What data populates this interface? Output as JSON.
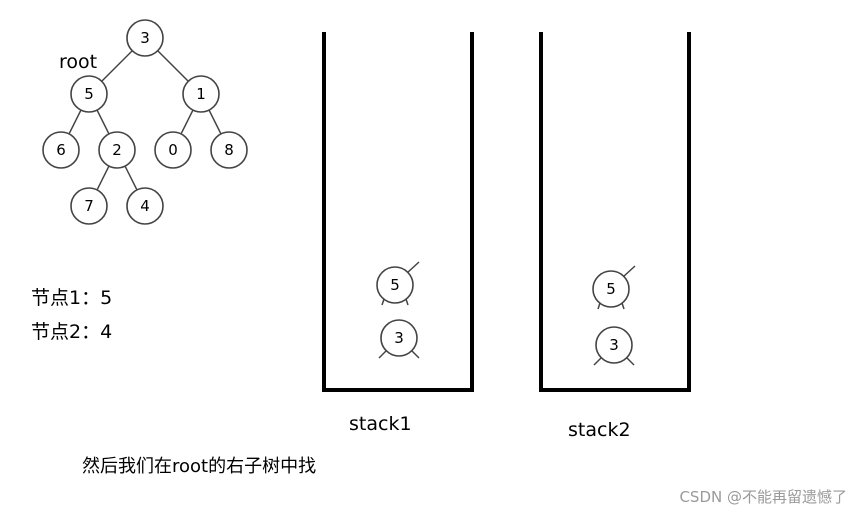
{
  "tree": {
    "root_label": "root",
    "nodes": [
      {
        "id": "n3",
        "value": "3"
      },
      {
        "id": "n5",
        "value": "5"
      },
      {
        "id": "n1",
        "value": "1"
      },
      {
        "id": "n6",
        "value": "6"
      },
      {
        "id": "n2",
        "value": "2"
      },
      {
        "id": "n0",
        "value": "0"
      },
      {
        "id": "n8",
        "value": "8"
      },
      {
        "id": "n7",
        "value": "7"
      },
      {
        "id": "n4",
        "value": "4"
      }
    ],
    "edges": [
      [
        "n3",
        "n5"
      ],
      [
        "n3",
        "n1"
      ],
      [
        "n5",
        "n6"
      ],
      [
        "n5",
        "n2"
      ],
      [
        "n1",
        "n0"
      ],
      [
        "n1",
        "n8"
      ],
      [
        "n2",
        "n7"
      ],
      [
        "n2",
        "n4"
      ]
    ]
  },
  "info": {
    "node1": "节点1：5",
    "node2": "节点2：4"
  },
  "stacks": [
    {
      "label": "stack1",
      "items": [
        "5",
        "3"
      ]
    },
    {
      "label": "stack2",
      "items": [
        "5",
        "3"
      ]
    }
  ],
  "caption": "然后我们在root的右子树中找",
  "watermark": "CSDN @不能再留遗憾了"
}
